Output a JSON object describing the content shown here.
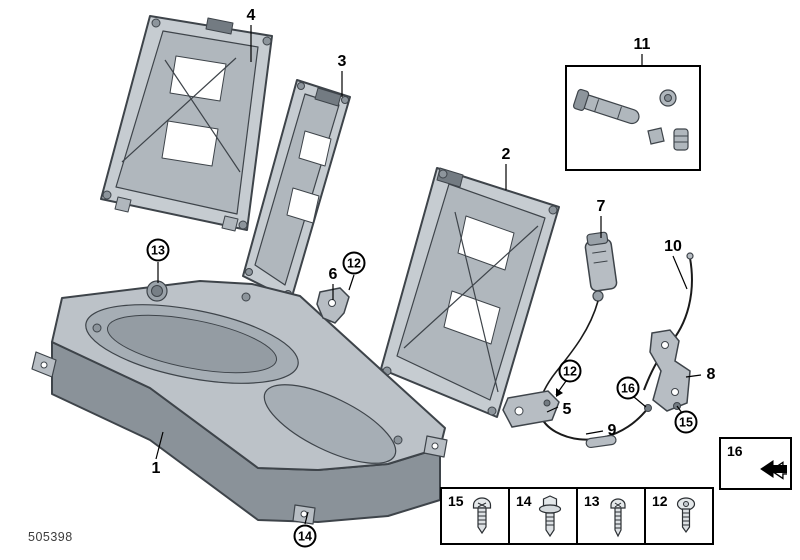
{
  "document_id": "505398",
  "callouts": {
    "n1": {
      "label": "1"
    },
    "n2": {
      "label": "2"
    },
    "n3": {
      "label": "3"
    },
    "n4": {
      "label": "4"
    },
    "n5": {
      "label": "5"
    },
    "n6": {
      "label": "6"
    },
    "n7": {
      "label": "7"
    },
    "n8": {
      "label": "8"
    },
    "n9": {
      "label": "9"
    },
    "n10": {
      "label": "10"
    },
    "n11": {
      "label": "11"
    },
    "c12a": {
      "label": "12"
    },
    "c12b": {
      "label": "12"
    },
    "c13": {
      "label": "13"
    },
    "c14": {
      "label": "14"
    },
    "c15": {
      "label": "15"
    },
    "c16": {
      "label": "16"
    }
  },
  "fastener_table": {
    "cells": [
      {
        "label": "15"
      },
      {
        "label": "14"
      },
      {
        "label": "13"
      },
      {
        "label": "12"
      }
    ]
  },
  "arrow_box": {
    "label": "16"
  },
  "icons": {
    "fastener_cells": "screw-icon",
    "arrow_box": "direction-arrow-icon"
  },
  "colors": {
    "background": "#ffffff",
    "part_fill": "#c6ccd1",
    "part_fill_dark": "#8a9299",
    "outline": "#3e444a",
    "callout_line": "#000000"
  }
}
